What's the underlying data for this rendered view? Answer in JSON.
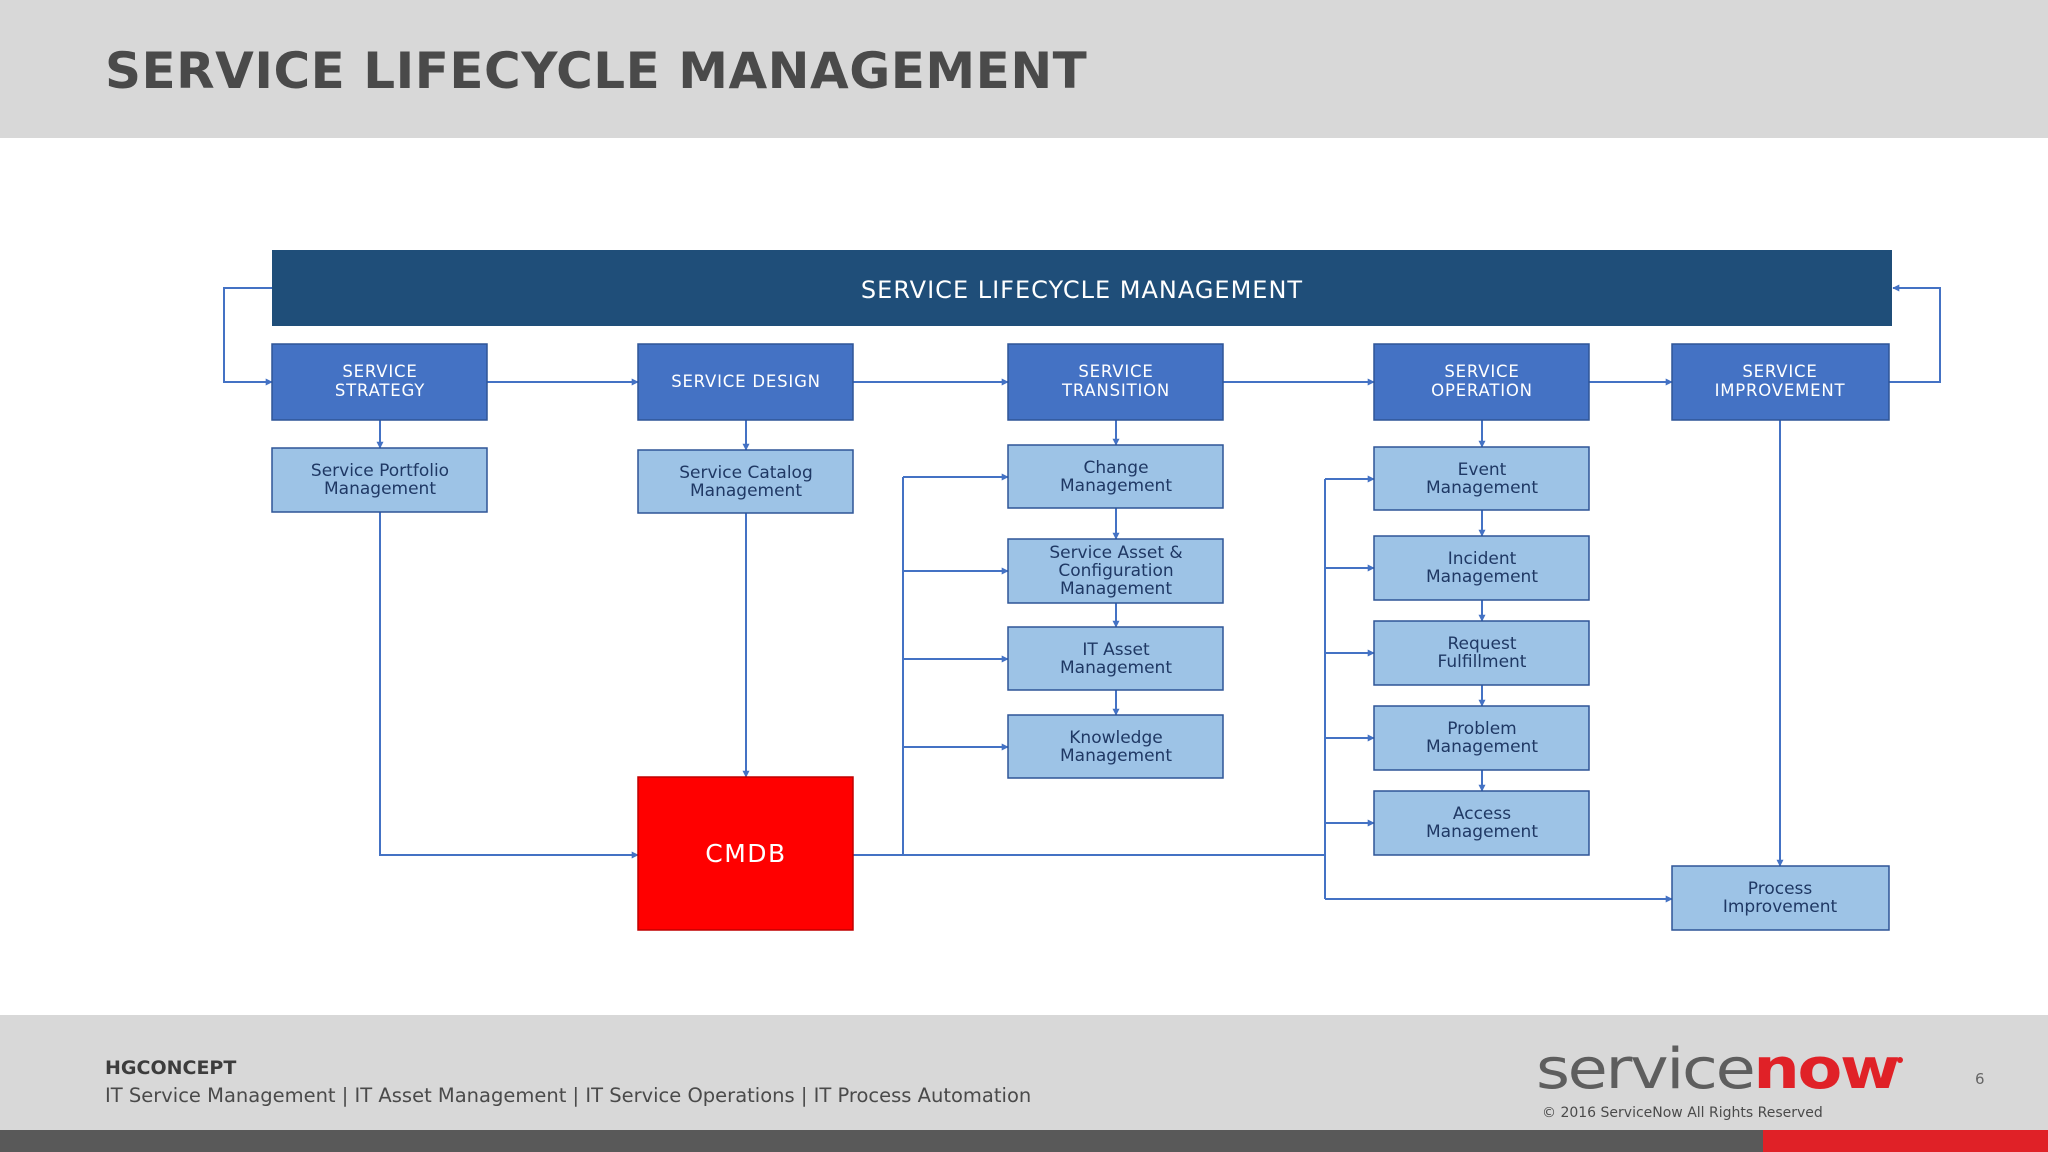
{
  "header": {
    "title": "SERVICE LIFECYCLE MANAGEMENT"
  },
  "diagram": {
    "banner": "SERVICE LIFECYCLE MANAGEMENT",
    "phases": {
      "strategy": [
        "SERVICE",
        "STRATEGY"
      ],
      "design": [
        "SERVICE DESIGN"
      ],
      "transition": [
        "SERVICE",
        "TRANSITION"
      ],
      "operation": [
        "SERVICE",
        "OPERATION"
      ],
      "improvement": [
        "SERVICE",
        "IMPROVEMENT"
      ]
    },
    "processes": {
      "portfolio": [
        "Service Portfolio",
        "Management"
      ],
      "catalog": [
        "Service Catalog",
        "Management"
      ],
      "change": [
        "Change",
        "Management"
      ],
      "sacm": [
        "Service Asset &",
        "Configuration",
        "Management"
      ],
      "itam": [
        "IT Asset",
        "Management"
      ],
      "knowledge": [
        "Knowledge",
        "Management"
      ],
      "event": [
        "Event",
        "Management"
      ],
      "incident": [
        "Incident",
        "Management"
      ],
      "request": [
        "Request",
        "Fulfillment"
      ],
      "problem": [
        "Problem",
        "Management"
      ],
      "access": [
        "Access",
        "Management"
      ],
      "process_improvement": [
        "Process",
        "Improvement"
      ]
    },
    "cmdb": "CMDB",
    "colors": {
      "banner": "#1f4e79",
      "phase": "#4472c4",
      "process": "#9dc3e6",
      "cmdb": "#ff0000",
      "connector": "#4472c4"
    }
  },
  "footer": {
    "company": "HGCONCEPT",
    "tagline": "IT Service Management | IT Asset Management | IT Service Operations | IT Process Automation",
    "logo_part1": "service",
    "logo_part2": "now",
    "copyright": "© 2016 ServiceNow All Rights Reserved",
    "page_number": "6"
  }
}
